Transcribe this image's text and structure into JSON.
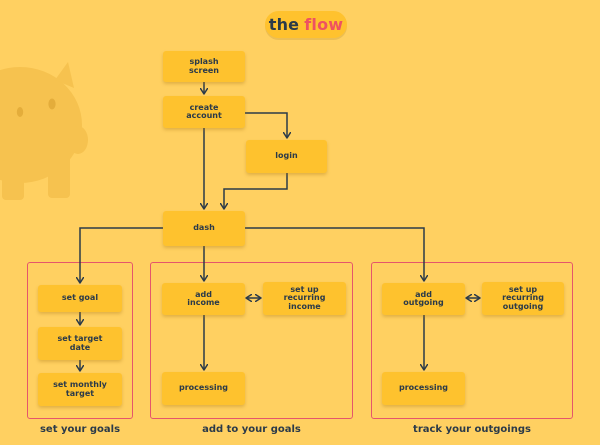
{
  "title": {
    "part1": "the",
    "part2": "flow"
  },
  "nodes": {
    "splash": "splash\nscreen",
    "create": "create\naccount",
    "login": "login",
    "dash": "dash",
    "set_goal": "set goal",
    "set_target_date": "set target\ndate",
    "set_monthly_target": "set monthly\ntarget",
    "add_income": "add\nincome",
    "recurring_income": "set up\nrecurring\nincome",
    "processing_income": "processing",
    "add_outgoing": "add\noutgoing",
    "recurring_outgoing": "set up\nrecurring\noutgoing",
    "processing_outgoing": "processing"
  },
  "groups": {
    "goals": "set your goals",
    "add": "add to your goals",
    "outgoings": "track your outgoings"
  },
  "colors": {
    "background": "#ffd061",
    "node_fill": "#fec22e",
    "text": "#2b3a49",
    "accent": "#ee5261",
    "group_border": "#e5566b",
    "pig": "#f6c24f"
  },
  "icons": {
    "background_illustration": "piggy-bank-icon"
  }
}
